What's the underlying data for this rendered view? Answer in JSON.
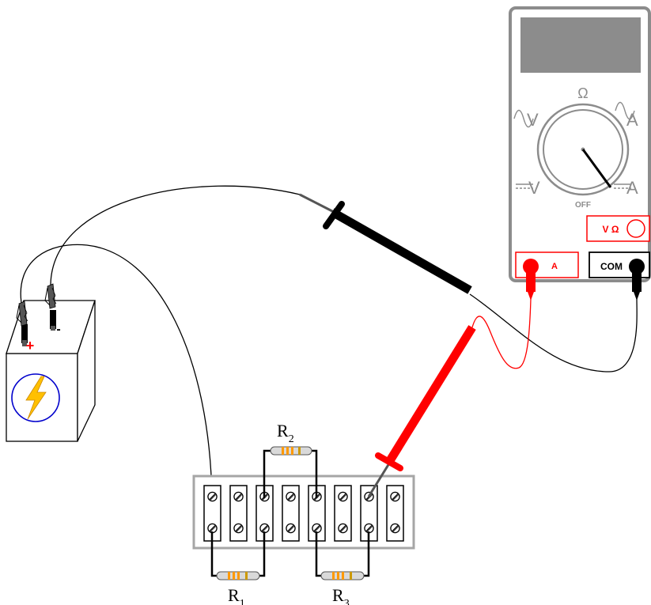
{
  "battery": {
    "positive_label": "+",
    "negative_label": "-",
    "symbol_icon": "lightning-bolt-icon"
  },
  "multimeter": {
    "dial": {
      "ohm_label": "Ω",
      "ac_volt_label": "V",
      "ac_amp_label": "A",
      "dc_volt_label": "V",
      "dc_amp_label": "A",
      "off_label": "OFF"
    },
    "jacks": {
      "volt_ohm_label": "V Ω",
      "amp_label": "A",
      "com_label": "COM"
    },
    "colors": {
      "body": "#8c8c8c",
      "display": "#8c8c8c",
      "accent": "#ff0000"
    }
  },
  "resistors": {
    "r1": {
      "letter": "R",
      "index": "1"
    },
    "r2": {
      "letter": "R",
      "index": "2"
    },
    "r3": {
      "letter": "R",
      "index": "3"
    }
  },
  "probes": {
    "black": "#000000",
    "red": "#ff0000"
  }
}
